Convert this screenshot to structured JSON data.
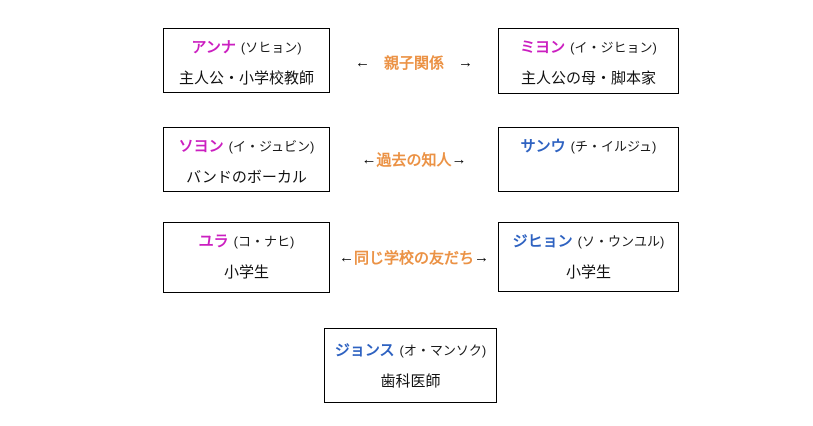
{
  "colors": {
    "magenta": "#CB1FC0",
    "blue": "#2E62C1",
    "orange": "#EB9245",
    "arrow": "#000000",
    "border": "#000000"
  },
  "characters": [
    {
      "name": "アンナ",
      "name_color": "#CB1FC0",
      "actor": "(ソヒョン)",
      "role": "主人公・小学校教師"
    },
    {
      "name": "ミヨン",
      "name_color": "#CB1FC0",
      "actor": "(イ・ジヒョン)",
      "role": "主人公の母・脚本家"
    },
    {
      "name": "ソヨン",
      "name_color": "#CB1FC0",
      "actor": "(イ・ジュビン)",
      "role": "バンドのボーカル"
    },
    {
      "name": "サンウ",
      "name_color": "#2E62C1",
      "actor": "(チ・イルジュ)",
      "role": ""
    },
    {
      "name": "ユラ",
      "name_color": "#CB1FC0",
      "actor": "(コ・ナヒ)",
      "role": "小学生"
    },
    {
      "name": "ジヒョン",
      "name_color": "#2E62C1",
      "actor": "(ソ・ウンユル)",
      "role": "小学生"
    },
    {
      "name": "ジョンス",
      "name_color": "#2E62C1",
      "actor": "(オ・マンソク)",
      "role": "歯科医師"
    }
  ],
  "relations": [
    {
      "left_arrow": "←",
      "label": "親子関係",
      "right_arrow": "→"
    },
    {
      "left_arrow": "←",
      "label": "過去の知人",
      "right_arrow": "→"
    },
    {
      "left_arrow": "←",
      "label": "同じ学校の友だち",
      "right_arrow": "→"
    }
  ]
}
